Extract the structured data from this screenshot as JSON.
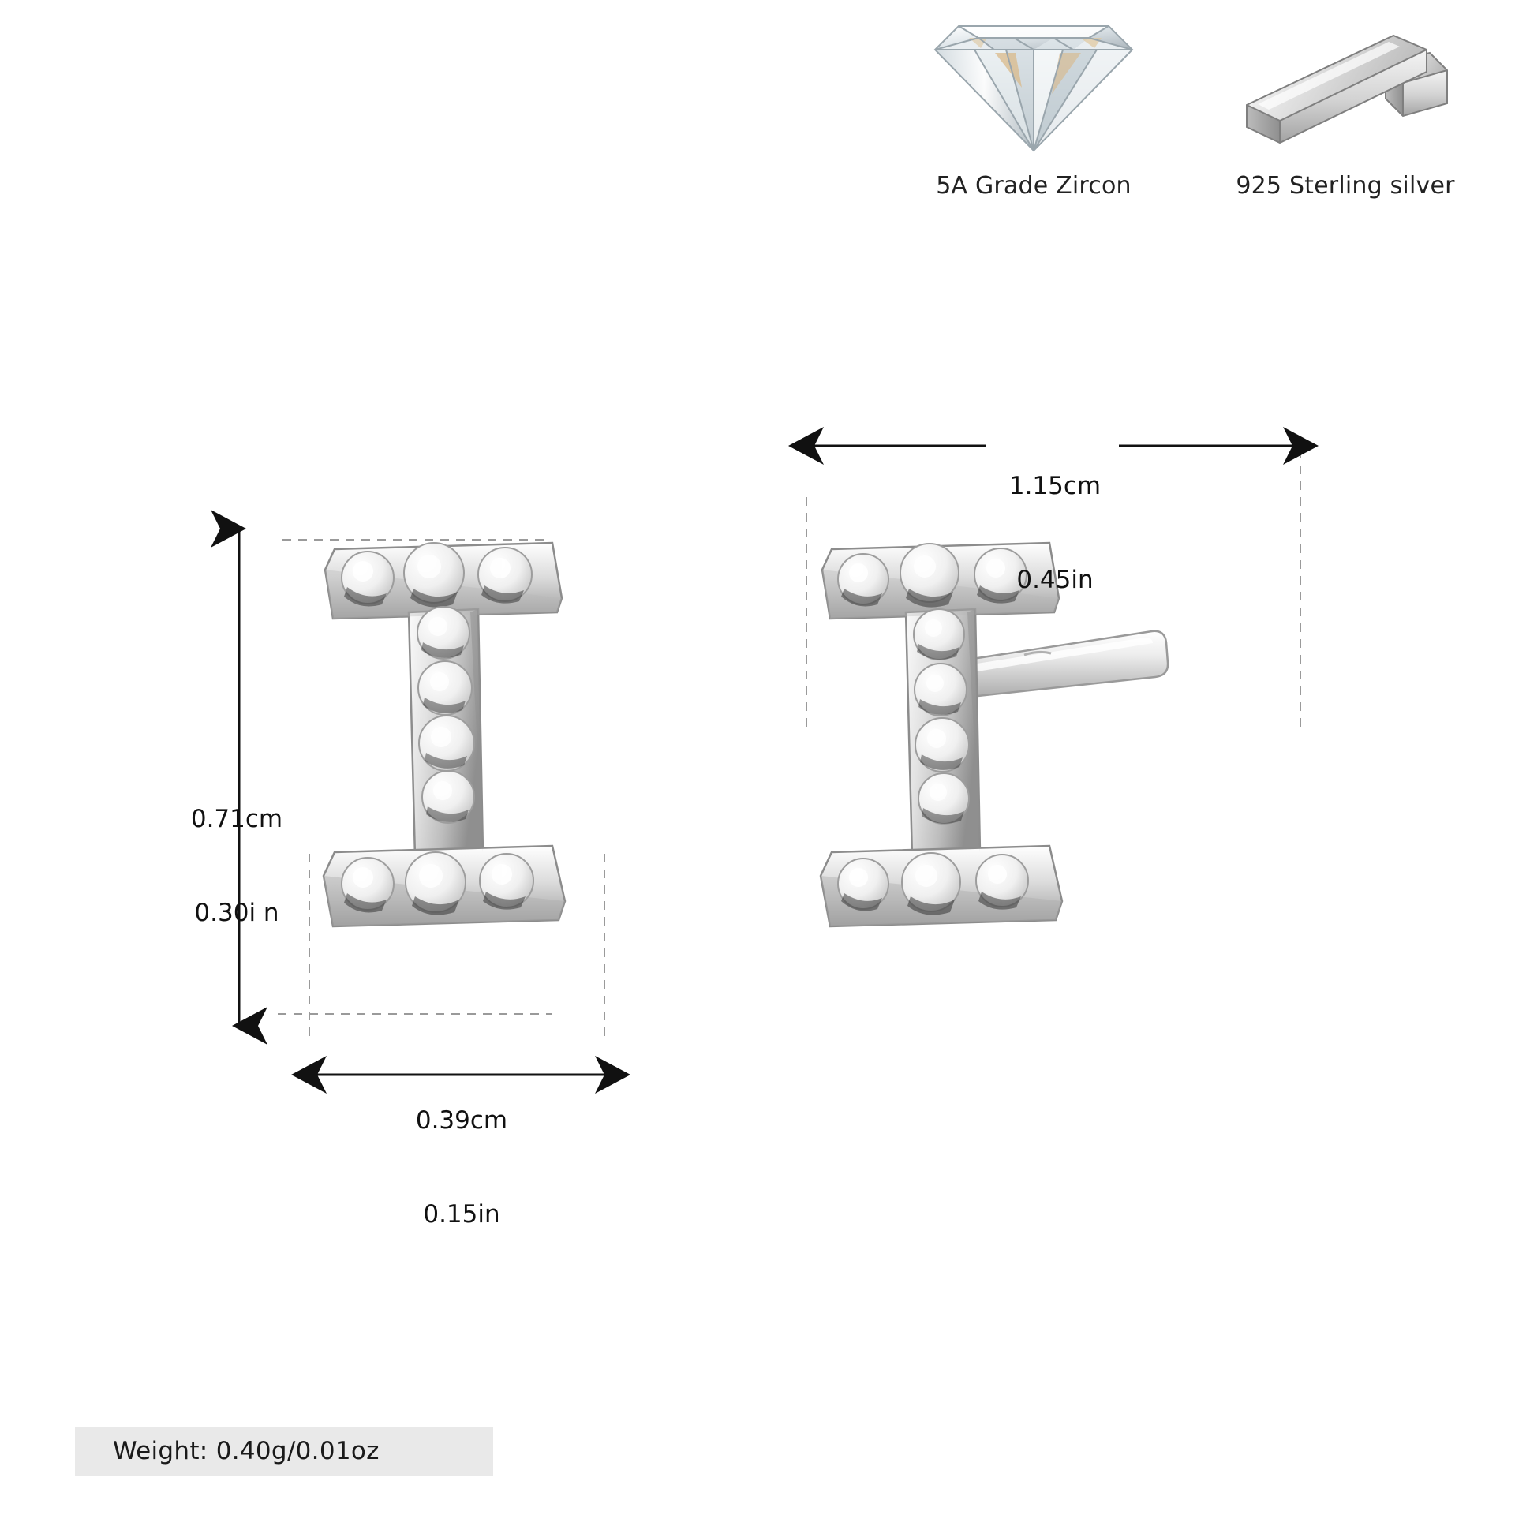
{
  "badges": [
    {
      "id": "zircon",
      "icon": "diamond-icon",
      "label": "5A Grade Zircon"
    },
    {
      "id": "silver",
      "icon": "silver-bar-icon",
      "label": "925 Sterling silver"
    }
  ],
  "dimensions": {
    "height": {
      "cm": "0.71cm",
      "in": "0.30i n"
    },
    "width": {
      "cm": "0.39cm",
      "in": "0.15in"
    },
    "length": {
      "cm": "1.15cm",
      "in": "0.45in"
    }
  },
  "product": {
    "letter": "I",
    "weight_label": "Weight: 0.40g/0.01oz"
  },
  "colors": {
    "background": "#ffffff",
    "text": "#1a1a1a",
    "guide_line": "#9a9a9a",
    "arrow_line": "#111111",
    "weight_bar_bg": "#e9e9e9",
    "metal_light": "#f2f2f2",
    "metal_mid": "#c9c9c9",
    "metal_dark": "#8d8d8d",
    "stone_light": "#ffffff",
    "stone_shadow": "#b8b8b8"
  }
}
